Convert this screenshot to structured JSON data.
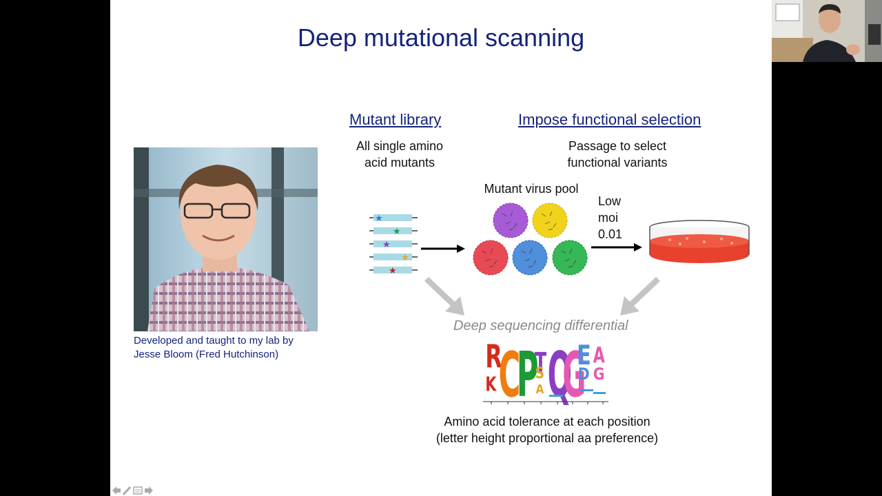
{
  "slide": {
    "title": "Deep mutational scanning",
    "library_heading": "Mutant library",
    "library_desc_1": "All single amino",
    "library_desc_2": "acid mutants",
    "selection_heading": "Impose functional selection",
    "selection_desc_1": "Passage to select",
    "selection_desc_2": "functional variants",
    "pool_label": "Mutant virus pool",
    "moi_1": "Low",
    "moi_2": "moi",
    "moi_3": "0.01",
    "sequencing_label": "Deep sequencing differential",
    "logo_caption_1": "Amino acid tolerance at each position",
    "logo_caption_2": "(letter height proportional aa preference)",
    "photo_caption_1": "Developed and taught to my lab by",
    "photo_caption_2": "Jesse Bloom (Fred Hutchinson)",
    "logo_letters": {
      "p1_top": "R",
      "p1_bottom": "K",
      "p2": "C",
      "p3": "P",
      "p4_top": "T",
      "p4_mid": "S",
      "p4_bottom": "A",
      "p5": "Q",
      "p6": "G",
      "p7_top": "E",
      "p7_bottom": "D",
      "p8_top": "A",
      "p8_bottom": "G"
    },
    "colors": {
      "title": "#14237a",
      "heading": "#14237a",
      "dish_medium": "#e8412e",
      "arrow_grey": "#c4c4c4",
      "strip": "#a8dbe6"
    }
  },
  "presenter_controls": {
    "prev": "prev-arrow-icon",
    "pen": "pen-icon",
    "menu": "menu-icon",
    "next": "next-arrow-icon"
  }
}
